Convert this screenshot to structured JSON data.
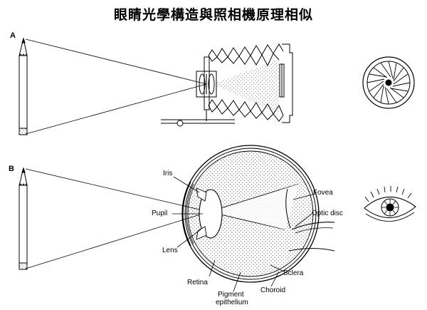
{
  "title": "眼睛光學構造與照相機原理相似",
  "panels": {
    "a": {
      "letter": "A"
    },
    "b": {
      "letter": "B"
    }
  },
  "eye_labels": {
    "iris": "Iris",
    "pupil": "Pupil",
    "lens": "Lens",
    "retina": "Retina",
    "pigment_epithelium_line1": "Pigment",
    "pigment_epithelium_line2": "epithelium",
    "choroid": "Choroid",
    "sclera": "Sclera",
    "fovea": "Fovea",
    "optic_disc": "Optic disc"
  }
}
